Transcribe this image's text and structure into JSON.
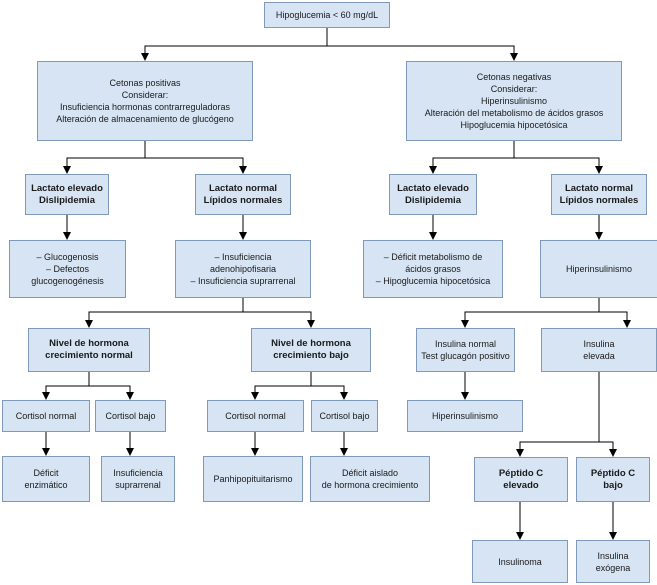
{
  "colors": {
    "box_fill": "#d6e4f3",
    "box_border": "#7f9ab8",
    "line": "#000000"
  },
  "nodes": {
    "root": "Hipoglucemia < 60 mg/dL",
    "ketones_positive": "Cetonas positivas\nConsiderar:\nInsuficiencia hormonas contrarreguladoras\nAlteración de almacenamiento de glucógeno",
    "ketones_negative": "Cetonas negativas\nConsiderar:\nHiperinsulinismo\nAlteración del metabolismo de ácidos grasos\nHipoglucemia hipocetósica",
    "left_lactate_high": "Lactato elevado\nDislipidemia",
    "left_lactate_normal": "Lactato normal\nLípidos normales",
    "right_lactate_high": "Lactato elevado\nDislipidemia",
    "right_lactate_normal": "Lactato normal\nLípidos normales",
    "glucogenosis": "– Glucogenosis\n– Defectos\nglucogenogénesis",
    "insufficiency": "– Insuficiencia\nadenohipofisaria\n– Insuficiencia suprarrenal",
    "fatty_acid_deficit": "– Déficit metabolismo de\nácidos grasos\n– Hipoglucemia hipocetósica",
    "hyperinsulinism_1": "Hiperinsulinismo",
    "gh_normal": "Nivel de hormona\ncrecimiento normal",
    "gh_low": "Nivel de hormona\ncrecimiento bajo",
    "insulin_normal": "Insulina normal\nTest glucagón positivo",
    "insulin_high": "Insulina\nelevada",
    "cortisol_normal_1": "Cortisol normal",
    "cortisol_low_1": "Cortisol bajo",
    "cortisol_normal_2": "Cortisol normal",
    "cortisol_low_2": "Cortisol bajo",
    "hyperinsulinism_2": "Hiperinsulinismo",
    "enzyme_deficit": "Déficit\nenzimático",
    "adrenal_insufficiency": "Insuficiencia\nsuprarrenal",
    "panhypopituitarism": "Panhipopituitarismo",
    "isolated_gh_deficit": "Déficit aislado\nde hormona crecimiento",
    "peptide_c_high": "Péptido C\nelevado",
    "peptide_c_low": "Péptido C\nbajo",
    "insulinoma": "Insulinoma",
    "exogenous_insulin": "Insulina\nexógena"
  }
}
